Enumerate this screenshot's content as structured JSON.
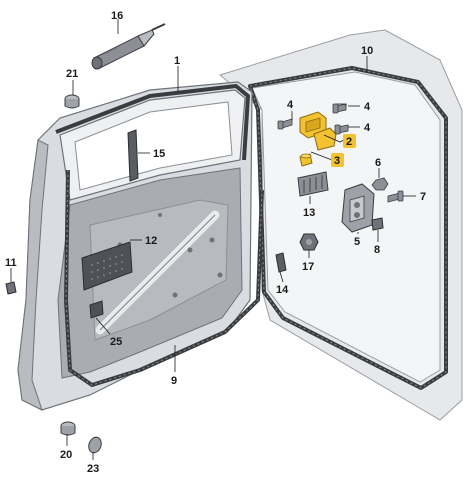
{
  "diagram": {
    "callouts": {
      "c1": "1",
      "c2": "2",
      "c3": "3",
      "c4a": "4",
      "c4b": "4",
      "c4c": "4",
      "c5": "5",
      "c6": "6",
      "c7": "7",
      "c8": "8",
      "c9": "9",
      "c10": "10",
      "c11": "11",
      "c12": "12",
      "c13": "13",
      "c14": "14",
      "c15": "15",
      "c16": "16",
      "c17": "17",
      "c20": "20",
      "c21": "21",
      "c23": "23",
      "c25": "25"
    },
    "colors": {
      "highlight": "#f2c230",
      "door_skin": "#d9dce0",
      "door_inner": "#a9adb3",
      "body_panel": "#e6e8ea",
      "seal": "#3a3c40",
      "line": "#1a1a1a"
    }
  }
}
